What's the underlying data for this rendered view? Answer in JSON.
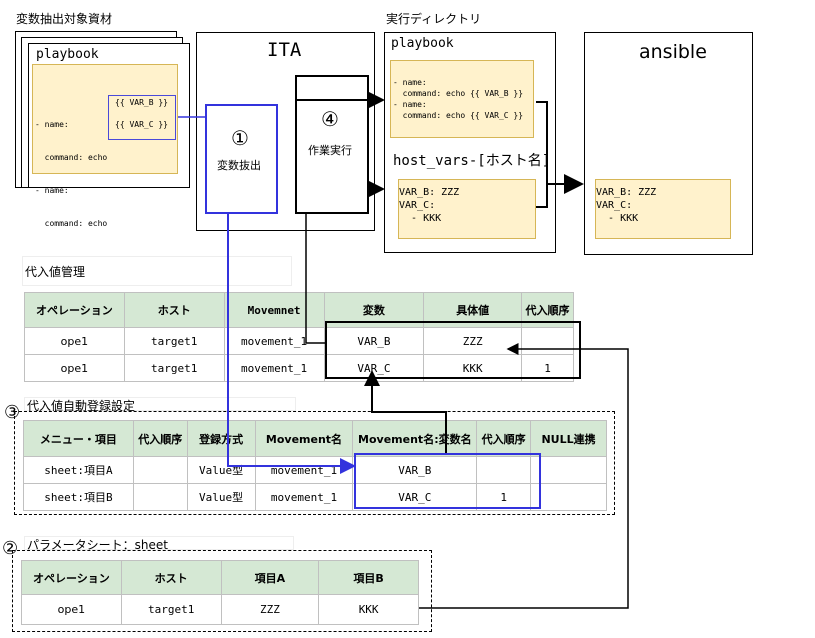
{
  "source": {
    "title": "変数抽出対象資材",
    "playbook_label": "playbook",
    "code_lines": [
      "- name:",
      "  command: echo ",
      "- name:",
      "  command: echo "
    ],
    "var1": "{{ VAR_B }}",
    "var2": "{{ VAR_C }}"
  },
  "ita": {
    "title": "ITA",
    "step1_num": "①",
    "step1_label": "変数抜出",
    "step4_num": "④",
    "step4_label": "作業実行"
  },
  "exec_dir": {
    "title": "実行ディレクトリ",
    "playbook_label": "playbook",
    "playbook_code": "- name:\n  command: echo {{ VAR_B }}\n- name:\n  command: echo {{ VAR_C }}",
    "hostvars_label": "host_vars-[ホスト名]",
    "hostvars_code": "VAR_B: ZZZ\nVAR_C:\n  - KKK"
  },
  "ansible": {
    "title": "ansible",
    "code": "VAR_B: ZZZ\nVAR_C:\n  - KKK"
  },
  "value_mgmt": {
    "title": "代入値管理",
    "headers": [
      "オペレーション",
      "ホスト",
      "Movemnet",
      "変数",
      "具体値",
      "代入順序"
    ],
    "rows": [
      [
        "ope1",
        "target1",
        "movement_1",
        "VAR_B",
        "ZZZ",
        ""
      ],
      [
        "ope1",
        "target1",
        "movement_1",
        "VAR_C",
        "KKK",
        "1"
      ]
    ]
  },
  "auto_reg": {
    "num": "③",
    "title": "代入値自動登録設定",
    "headers": [
      "メニュー・項目",
      "代入順序",
      "登録方式",
      "Movement名",
      "Movement名:変数名",
      "代入順序",
      "NULL連携"
    ],
    "rows": [
      [
        "sheet:項目A",
        "",
        "Value型",
        "movement_1",
        "VAR_B",
        "",
        ""
      ],
      [
        "sheet:項目B",
        "",
        "Value型",
        "movement_1",
        "VAR_C",
        "1",
        ""
      ]
    ]
  },
  "param_sheet": {
    "num": "②",
    "title": "パラメータシート：sheet",
    "headers": [
      "オペレーション",
      "ホスト",
      "項目A",
      "項目B"
    ],
    "rows": [
      [
        "ope1",
        "target1",
        "ZZZ",
        "KKK"
      ]
    ]
  }
}
